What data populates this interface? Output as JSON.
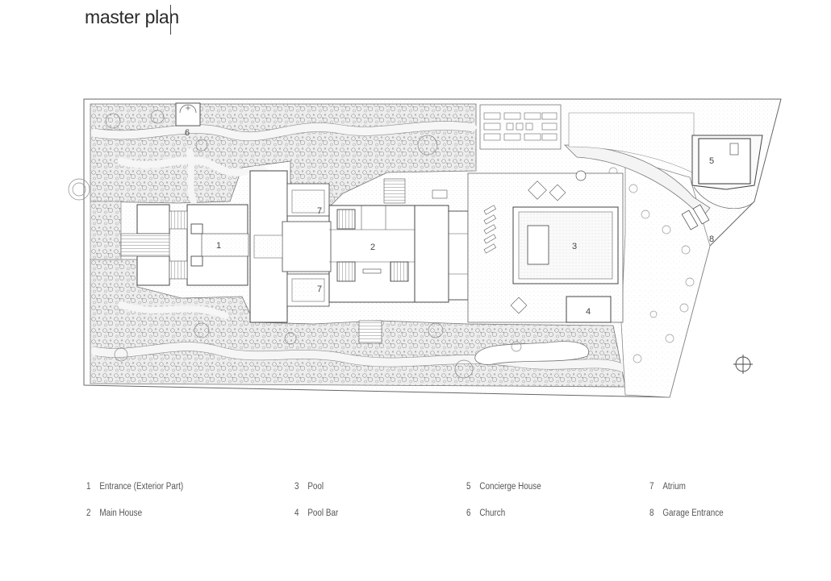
{
  "title": "master plan",
  "plan_labels": {
    "l1": "1",
    "l2": "2",
    "l3": "3",
    "l4": "4",
    "l5": "5",
    "l6": "6",
    "l7a": "7",
    "l7b": "7",
    "l8": "8"
  },
  "legend": [
    {
      "num": "1",
      "text": "Entrance (Exterior Part)"
    },
    {
      "num": "2",
      "text": "Main House"
    },
    {
      "num": "3",
      "text": "Pool"
    },
    {
      "num": "4",
      "text": "Pool Bar"
    },
    {
      "num": "5",
      "text": "Concierge House"
    },
    {
      "num": "6",
      "text": "Church"
    },
    {
      "num": "7",
      "text": "Atrium"
    },
    {
      "num": "8",
      "text": "Garage Entrance"
    }
  ],
  "icons": {
    "north": "north-arrow-icon"
  }
}
